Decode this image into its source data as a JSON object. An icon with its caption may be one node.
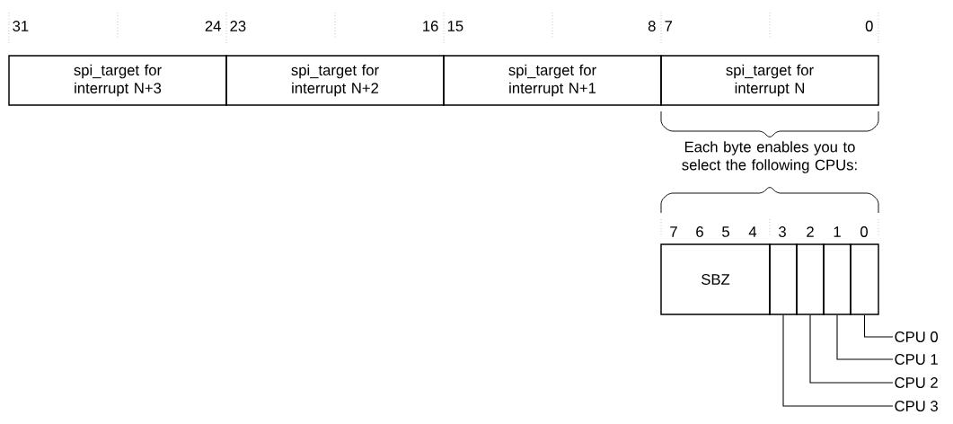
{
  "diagram": {
    "nodes": [
      {
        "text": [
          "spi_target for interrupt N+3"
        ]
      },
      {
        "text": [
          "spi_target for interrupt N+2"
        ]
      },
      {
        "text": [
          "spi_target for interrupt N+1"
        ]
      },
      {
        "text": [
          "spi_target for interrupt N"
        ]
      },
      {
        "text": [
          "SBZ"
        ]
      },
      {
        "text": [],
        "shape": "box"
      },
      {
        "text": [],
        "shape": "box"
      },
      {
        "text": [],
        "shape": "box"
      },
      {
        "text": [],
        "shape": "box"
      },
      {
        "text": [
          "CPU 0"
        ]
      },
      {
        "text": [
          "CPU 1"
        ]
      },
      {
        "text": [
          "CPU 2"
        ]
      },
      {
        "text": [
          "CPU 3"
        ]
      }
    ],
    "edges": [
      {
        "from": 8,
        "to": 9,
        "arrow": "none"
      },
      {
        "from": 7,
        "to": 10,
        "arrow": "none"
      },
      {
        "from": 6,
        "to": 11,
        "arrow": "none"
      },
      {
        "from": 5,
        "to": 12,
        "arrow": "none"
      }
    ],
    "labels": [
      "31",
      "24",
      "23",
      "16",
      "15",
      "8",
      "7",
      "0",
      "Each byte enables you to select the following CPUs:",
      "7",
      "6",
      "5",
      "4",
      "3",
      "2",
      "1",
      "0"
    ]
  }
}
